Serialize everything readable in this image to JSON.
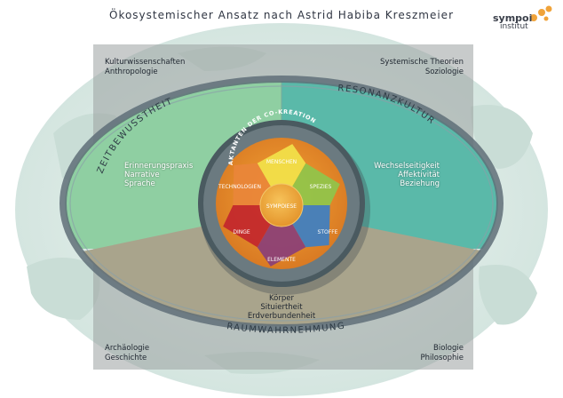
{
  "title": "Ökosystemischer Ansatz nach Astrid Habiba Kreszmeier",
  "logo": {
    "line1": "sympoi",
    "line2": "institut"
  },
  "corners": {
    "top_left": [
      "Kulturwissenschaften",
      "Anthropologie"
    ],
    "top_right": [
      "Systemische Theorien",
      "Soziologie"
    ],
    "bottom_left": [
      "Archäologie",
      "Geschichte"
    ],
    "bottom_right": [
      "Biologie",
      "Philosophie"
    ]
  },
  "arcs": {
    "left": "ZEITBEWUSSTHEIT",
    "right": "RESONANZKULTUR",
    "bottom": "RAUMWAHRNEHMUNG"
  },
  "fields": {
    "left": [
      "Erinnerungspraxis",
      "Narrative",
      "Sprache"
    ],
    "right": [
      "Wechselseitigkeit",
      "Affektivität",
      "Beziehung"
    ],
    "bottom": [
      "Körper",
      "Situiertheit",
      "Erdverbundenheit"
    ]
  },
  "core": {
    "ring_title": "AKTANTEN DER CO-KREATION",
    "center": "SYMPOIESE",
    "segments": [
      "MENSCHEN",
      "SPEZIES",
      "STOFFE",
      "ELEMENTE",
      "DINGE",
      "TECHNOLOGIEN"
    ]
  },
  "colors": {
    "ellipse_ring": "#5f6e78",
    "left_field": "#8fcfa2",
    "right_field": "#5ab9a9",
    "bottom_field": "#a9a48c",
    "globe": "#dfece7",
    "segment_colors": [
      "#f2e24a",
      "#8fc64b",
      "#3d7fc3",
      "#8a3f78",
      "#c2262c",
      "#e9853a"
    ]
  }
}
